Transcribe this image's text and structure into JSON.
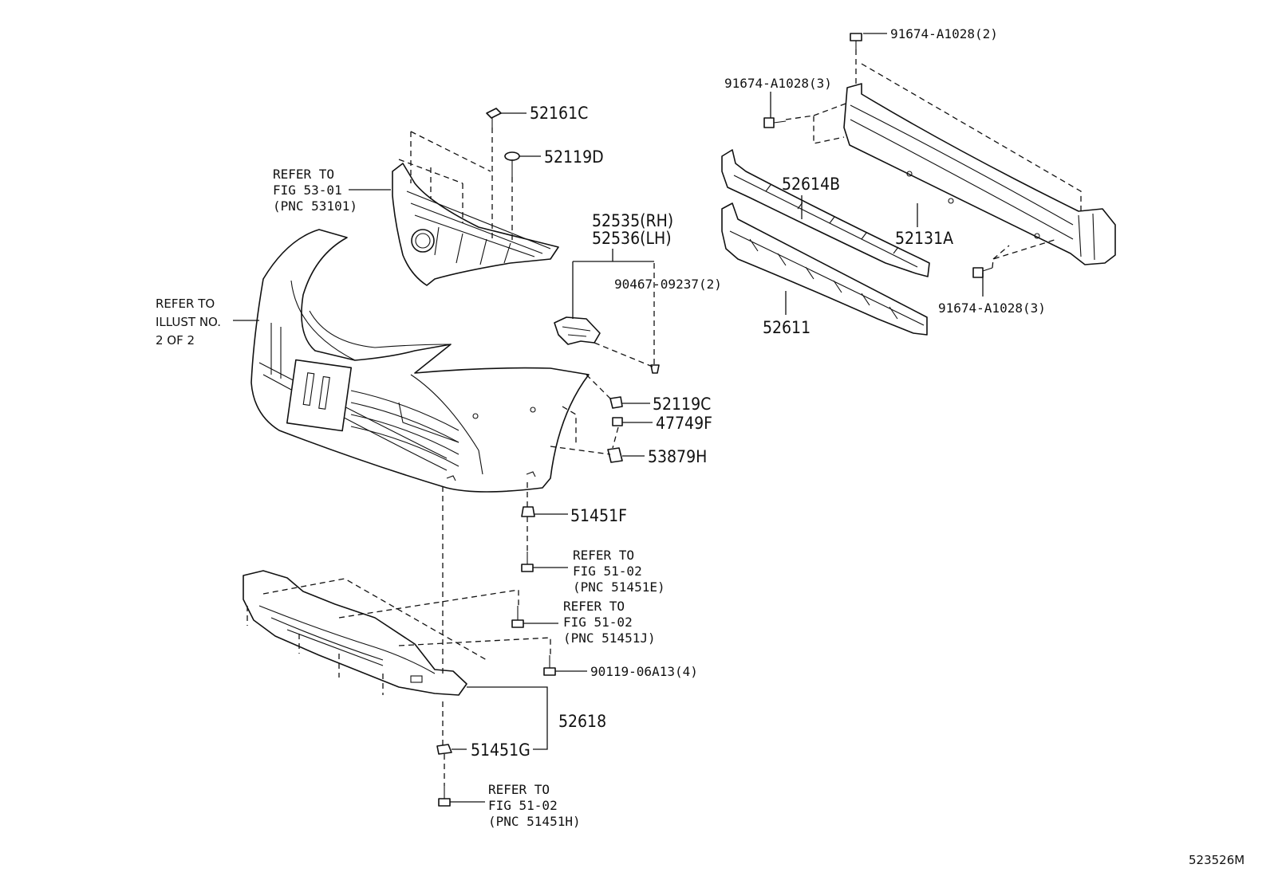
{
  "diagram_id": "523526M",
  "callouts": {
    "grille_bolt_top": "52161C",
    "grille_screw": "52119D",
    "refer_grille": [
      "REFER TO",
      "FIG 53-01",
      "(PNC 53101)"
    ],
    "refer_illust": [
      "REFER TO",
      "ILLUST NO.",
      "2 OF 2"
    ],
    "retainer_rh": "52535(RH)",
    "retainer_lh": "52536(LH)",
    "clip_90467": "90467-09237(2)",
    "screw_52119C": "52119C",
    "nut_47749F": "47749F",
    "clip_53879H": "53879H",
    "clip_51451F": "51451F",
    "refer_51451E": [
      "REFER TO",
      "FIG 51-02",
      "(PNC 51451E)"
    ],
    "refer_51451J": [
      "REFER TO",
      "FIG 51-02",
      "(PNC 51451J)"
    ],
    "screw_90119": "90119-06A13(4)",
    "undercover": "52618",
    "clip_51451G": "51451G",
    "refer_51451H": [
      "REFER TO",
      "FIG 51-02",
      "(PNC 51451H)"
    ],
    "bolt_top_2": "91674-A1028(2)",
    "bolt_left_3": "91674-A1028(3)",
    "bolt_right_3": "91674-A1028(3)",
    "absorber_upper": "52614B",
    "reinforcement": "52131A",
    "absorber_lower": "52611"
  }
}
